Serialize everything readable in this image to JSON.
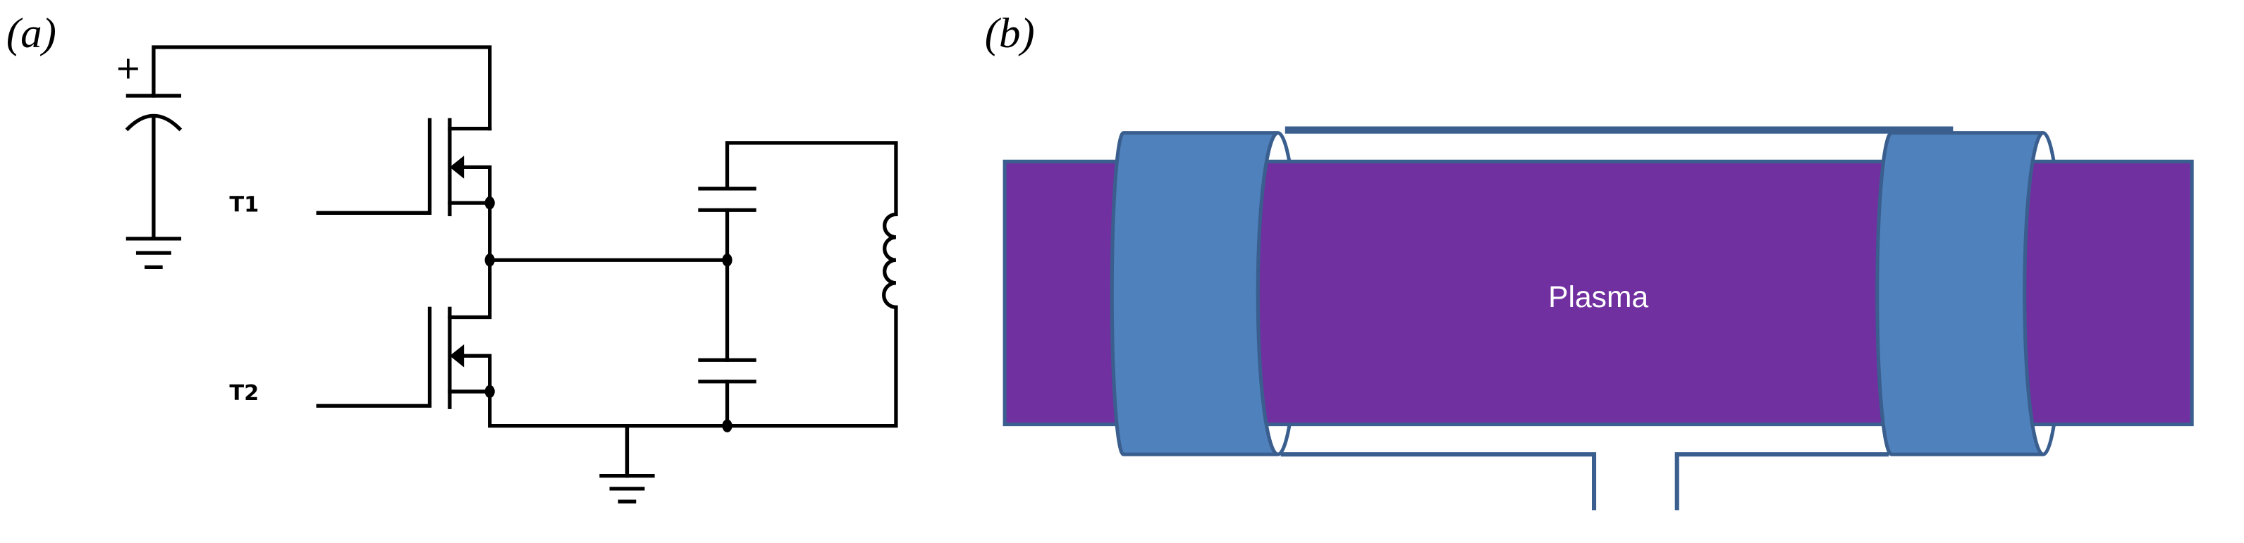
{
  "panel_a": {
    "label": "(a)",
    "battery_plus": "+",
    "transistor_1": "T1",
    "transistor_2": "T2"
  },
  "panel_b": {
    "label": "(b)",
    "plasma_label": "Plasma"
  },
  "colors": {
    "plasma_fill": "#7030a0",
    "electrode_fill": "#4f81bd",
    "outline": "#3a5f8f",
    "plasma_text": "#ffffff"
  }
}
